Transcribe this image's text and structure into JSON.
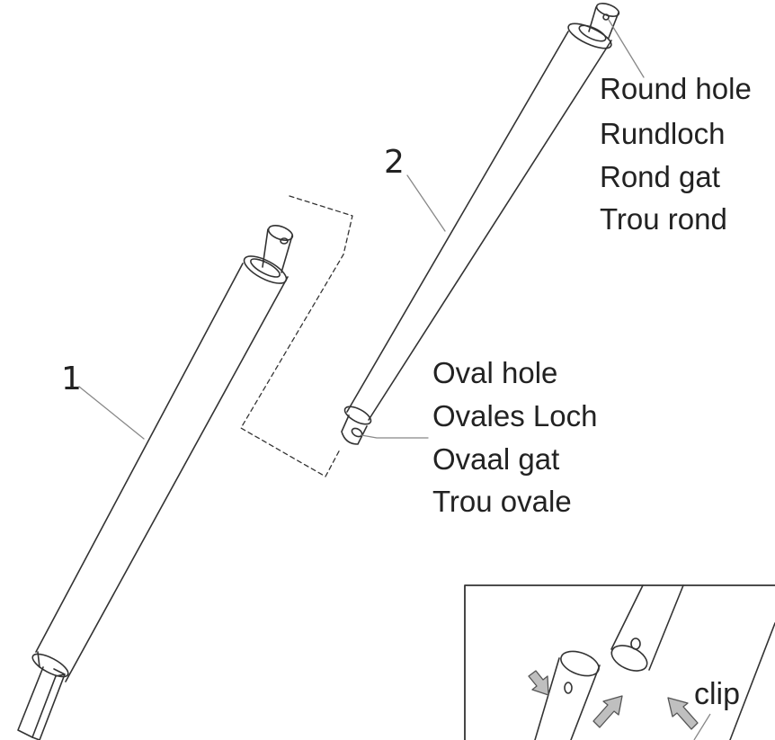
{
  "parts": {
    "part1": {
      "number": "1"
    },
    "part2": {
      "number": "2"
    }
  },
  "round_hole": {
    "labels": [
      "Round hole",
      "Rundloch",
      "Rond gat",
      "Trou rond"
    ]
  },
  "oval_hole": {
    "labels": [
      "Oval hole",
      "Ovales Loch",
      "Ovaal gat",
      "Trou ovale"
    ]
  },
  "detail": {
    "clip_label": "clip"
  },
  "colors": {
    "line": "#333333",
    "arrow_fill": "#bfbfbf"
  }
}
